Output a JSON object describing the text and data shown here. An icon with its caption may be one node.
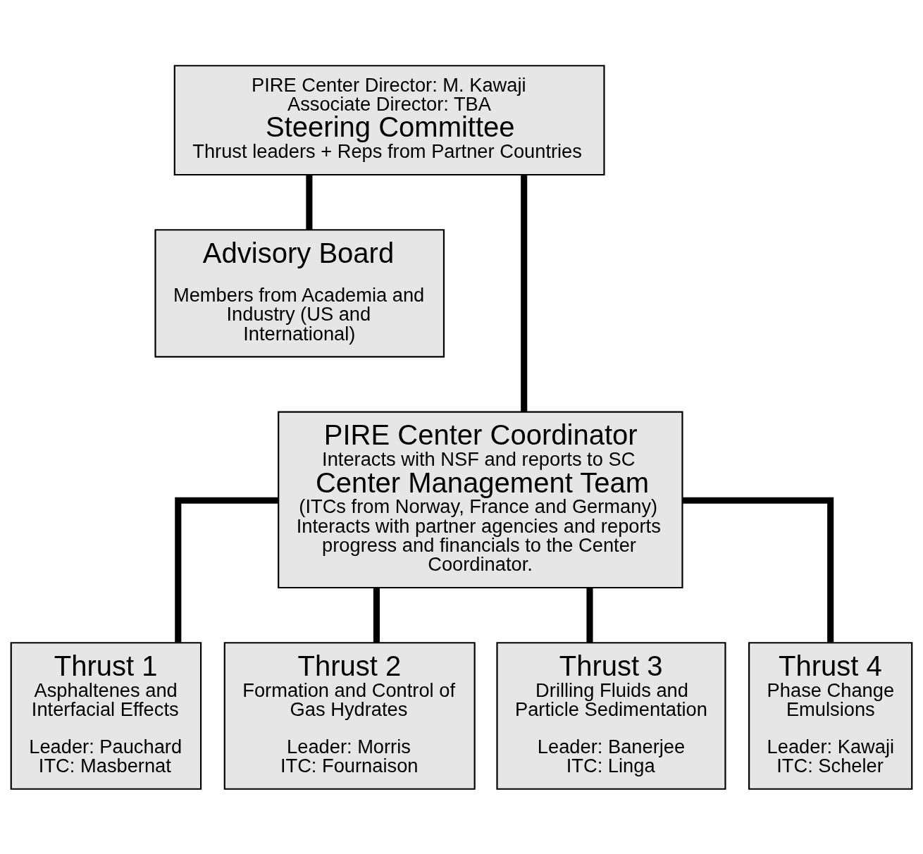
{
  "diagram": {
    "nodes": [
      {
        "text": [
          "PIRE Center Director: M. Kawaji",
          "Associate Director: TBA",
          "Steering Committee",
          "Thrust leaders + Reps from Partner Countries"
        ]
      },
      {
        "text": [
          "Advisory Board",
          "Members from Academia and Industry (US and International)"
        ]
      },
      {
        "text": [
          "PIRE Center Coordinator",
          "Interacts with NSF and reports to SC",
          "Center Management Team",
          "(ITCs from Norway, France and Germany)",
          "Interacts with partner agencies and reports progress and financials to the Center Coordinator."
        ]
      },
      {
        "text": [
          "Thrust 1",
          "Asphaltenes and Interfacial Effects",
          "Leader: Pauchard",
          "ITC: Masbernat"
        ]
      },
      {
        "text": [
          "Thrust 2",
          "Formation and Control of Gas Hydrates",
          "Leader: Morris",
          "ITC: Fournaison"
        ]
      },
      {
        "text": [
          "Thrust 3",
          "Drilling Fluids and Particle Sedimentation",
          "Leader: Banerjee",
          "ITC: Linga"
        ]
      },
      {
        "text": [
          "Thrust 4",
          "Phase Change Emulsions",
          "Leader: Kawaji",
          "ITC: Scheler"
        ]
      }
    ],
    "edges": [
      {
        "from": 0,
        "to": 2,
        "arrow": "none"
      },
      {
        "from": 1,
        "to": 0,
        "arrow": "none"
      },
      {
        "from": 2,
        "to": 3,
        "arrow": "none"
      },
      {
        "from": 2,
        "to": 4,
        "arrow": "none"
      },
      {
        "from": 2,
        "to": 5,
        "arrow": "none"
      },
      {
        "from": 2,
        "to": 6,
        "arrow": "none"
      }
    ]
  }
}
